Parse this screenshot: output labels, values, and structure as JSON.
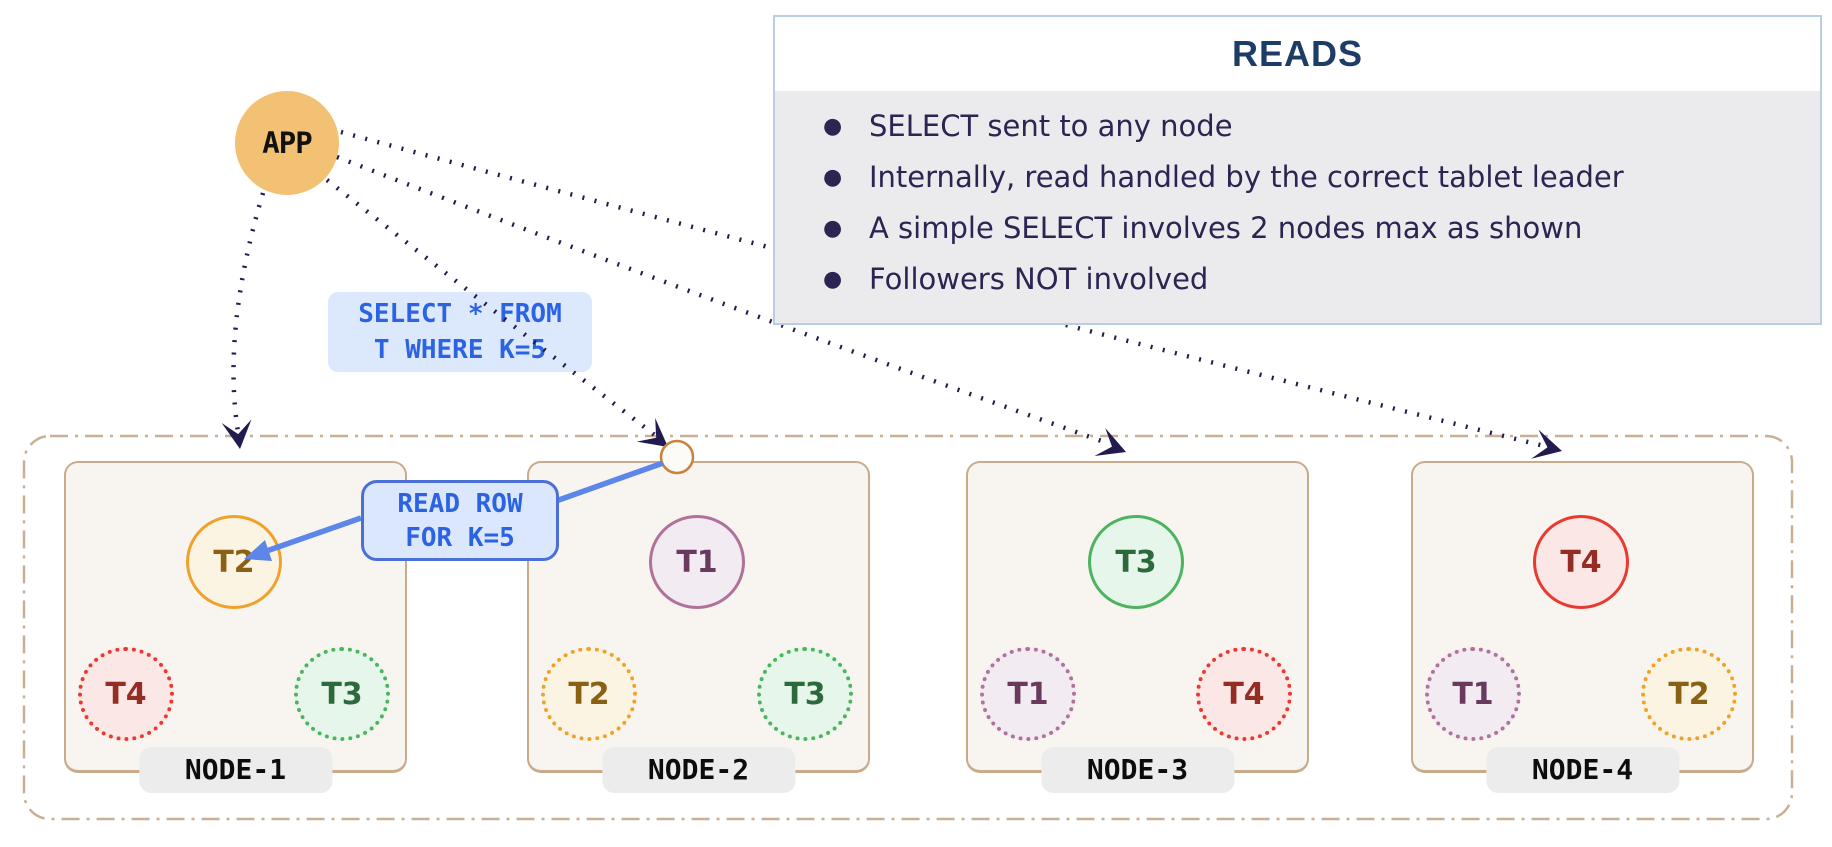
{
  "app": {
    "label": "APP"
  },
  "reads_panel": {
    "title": "READS",
    "bullets": [
      "SELECT sent to any node",
      "Internally, read handled by the correct tablet leader",
      "A simple SELECT involves 2 nodes max as shown",
      "Followers NOT involved"
    ]
  },
  "labels": {
    "select_query_line1": "SELECT * FROM",
    "select_query_line2": "T WHERE K=5",
    "read_row_line1": "READ ROW",
    "read_row_line2": "FOR K=5"
  },
  "nodes": [
    {
      "name": "NODE-1",
      "leader": {
        "id": "T2",
        "color": "orange"
      },
      "followers": [
        {
          "id": "T4",
          "color": "red"
        },
        {
          "id": "T3",
          "color": "green"
        }
      ]
    },
    {
      "name": "NODE-2",
      "leader": {
        "id": "T1",
        "color": "purple"
      },
      "followers": [
        {
          "id": "T2",
          "color": "orange"
        },
        {
          "id": "T3",
          "color": "green"
        }
      ]
    },
    {
      "name": "NODE-3",
      "leader": {
        "id": "T3",
        "color": "green"
      },
      "followers": [
        {
          "id": "T1",
          "color": "purple"
        },
        {
          "id": "T4",
          "color": "red"
        }
      ]
    },
    {
      "name": "NODE-4",
      "leader": {
        "id": "T4",
        "color": "red"
      },
      "followers": [
        {
          "id": "T1",
          "color": "purple"
        },
        {
          "id": "T2",
          "color": "orange"
        }
      ]
    }
  ],
  "colors": {
    "app_fill": "#f2c173",
    "arrow_dotted": "#221b50",
    "arrow_blue": "#5c87e8",
    "callout_border": "#4a70d8",
    "callout_bg": "#dbe7fd",
    "sql_text": "#2b63e2",
    "panel_border": "#b8cee8",
    "panel_body_bg": "#ebebee",
    "panel_title": "#1d3c66",
    "panel_text": "#2b2551",
    "node_border": "#c9ab8c",
    "node_bg": "#f8f5f1",
    "cluster_dash": "#c9af94",
    "tablet_orange": "#f0a12c",
    "tablet_red": "#e83a30",
    "tablet_green": "#4db35e",
    "tablet_purple": "#b0719a"
  }
}
